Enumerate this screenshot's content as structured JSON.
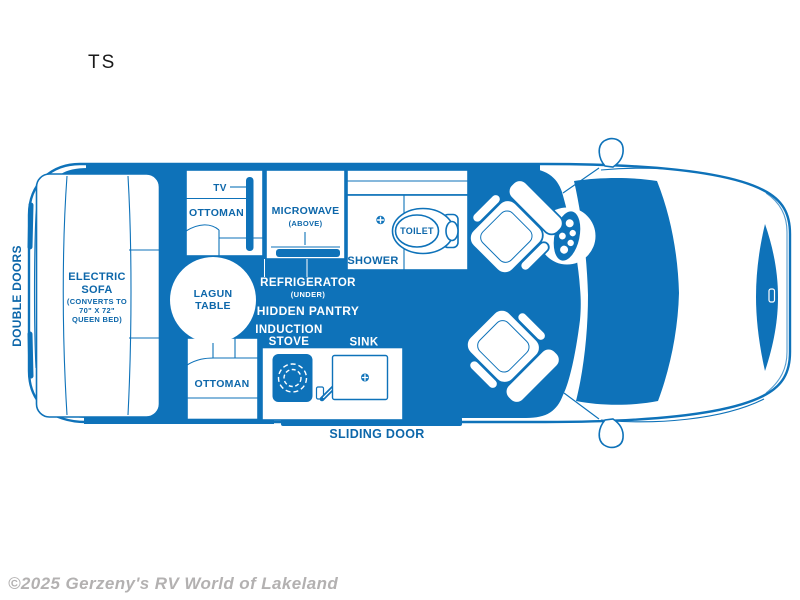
{
  "title": {
    "model": "TS"
  },
  "watermark": {
    "text": "©2025 Gerzeny's RV World of Lakeland"
  },
  "colors": {
    "blue": "#0E72B9",
    "text_blue": "#0D67AA",
    "watermark_gray": "#B3B1B1"
  },
  "exterior_labels": {
    "double_doors": "DOUBLE DOORS",
    "sliding_door": "SLIDING DOOR"
  },
  "furniture_labels": {
    "sofa_line1": "ELECTRIC",
    "sofa_line2": "SOFA",
    "sofa_note1": "(CONVERTS TO",
    "sofa_note2": "70\" X 72\"",
    "sofa_note3": "QUEEN BED)",
    "tv": "TV",
    "ottoman_top": "OTTOMAN",
    "ottoman_bottom": "OTTOMAN",
    "microwave": "MICROWAVE",
    "microwave_note": "(ABOVE)",
    "refrigerator": "REFRIGERATOR",
    "refrigerator_note": "(UNDER)",
    "hidden_pantry": "HIDDEN PANTRY",
    "induction_line1": "INDUCTION",
    "induction_line2": "STOVE",
    "sink": "SINK",
    "shower": "SHOWER",
    "toilet": "TOILET",
    "lagun_line1": "LAGUN",
    "lagun_line2": "TABLE"
  }
}
